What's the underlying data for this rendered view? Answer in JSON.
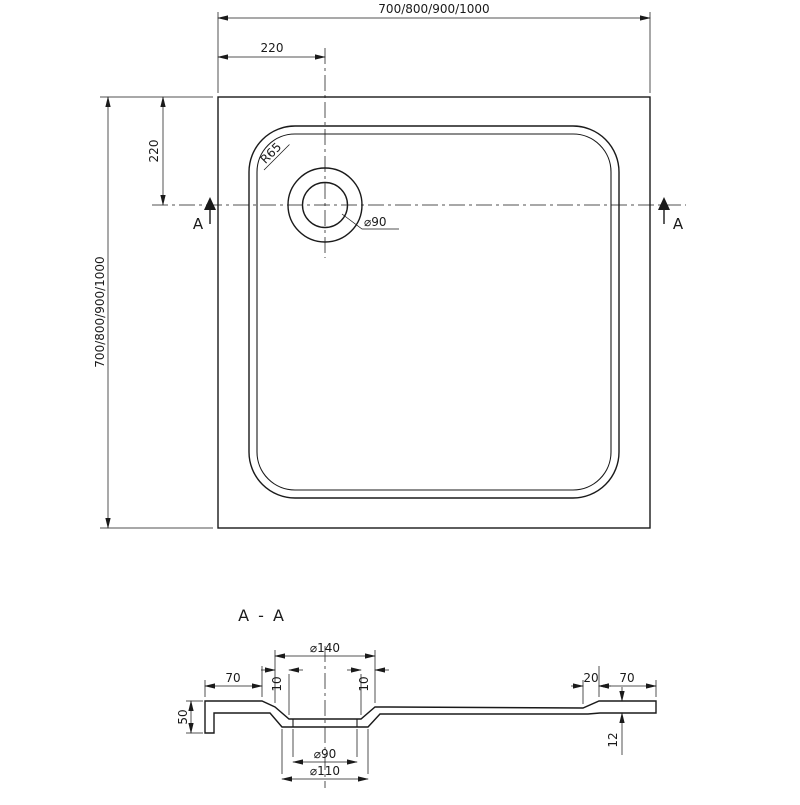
{
  "top_view": {
    "width_label": "700/800/900/1000",
    "height_label": "700/800/900/1000",
    "drain_offset_x": "220",
    "drain_offset_y": "220",
    "corner_radius": "R65",
    "drain_diameter": "⌀90",
    "section_letter": "A"
  },
  "section_view": {
    "title": "A - A",
    "recess_diameter": "⌀140",
    "left_flange": "70",
    "left_slope": "10",
    "right_slope": "10",
    "right_step": "20",
    "right_flange": "70",
    "left_height": "50",
    "right_height": "12",
    "drain_hole": "⌀90",
    "drain_flange": "⌀110"
  }
}
